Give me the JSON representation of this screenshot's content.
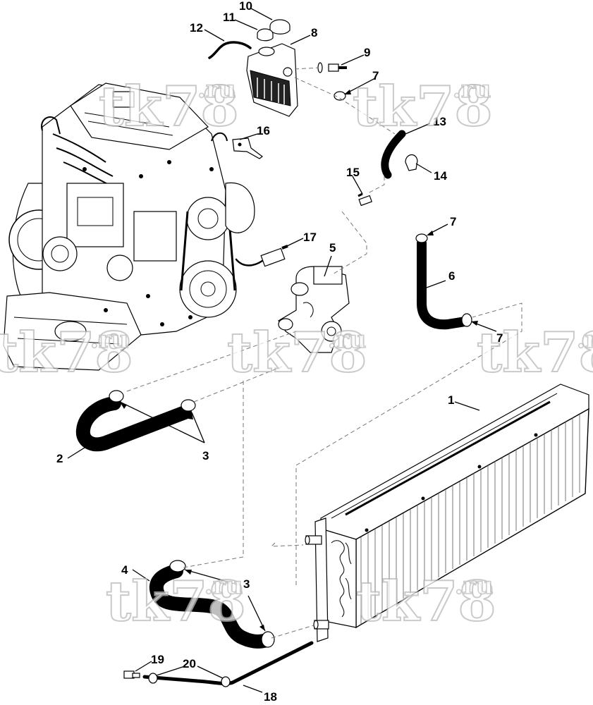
{
  "watermark": {
    "main": "tk78",
    "suffix": ".ru"
  },
  "callouts": [
    "1",
    "2",
    "3",
    "3",
    "4",
    "5",
    "6",
    "7",
    "7",
    "7",
    "8",
    "9",
    "10",
    "11",
    "12",
    "13",
    "14",
    "15",
    "16",
    "17",
    "18",
    "19",
    "20"
  ],
  "parts": [
    "engine",
    "radiator",
    "upper-radiator-hose",
    "hose-clamp",
    "lower-radiator-hose",
    "thermostat-housing",
    "bypass-hose",
    "expansion-tank",
    "tank-fitting",
    "tank-cap",
    "tank-plug",
    "overflow-hose",
    "tank-hose",
    "hose-bracket",
    "hose-connector",
    "mounting-bracket",
    "temperature-sensor",
    "drain-tube",
    "drain-valve",
    "tube-clip"
  ]
}
